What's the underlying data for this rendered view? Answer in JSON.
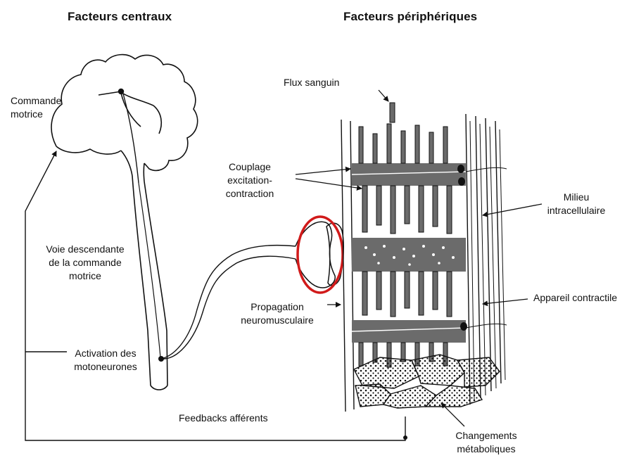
{
  "headings": {
    "central": "Facteurs centraux",
    "peripheral": "Facteurs périphériques"
  },
  "labels": {
    "motor_command": [
      "Commande",
      "motrice"
    ],
    "descending_pathway": [
      "Voie descendante",
      "de la commande",
      "motrice"
    ],
    "motoneuron_activation": [
      "Activation des",
      "motoneurones"
    ],
    "afferent_feedback": "Feedbacks afférents",
    "blood_flow": "Flux sanguin",
    "ec_coupling": [
      "Couplage",
      "excitation-",
      "contraction"
    ],
    "neuromuscular_propagation": [
      "Propagation",
      "neuromusculaire"
    ],
    "intracellular_milieu": [
      "Milieu",
      "intracellulaire"
    ],
    "contractile_apparatus": "Appareil contractile",
    "metabolic_changes": [
      "Changements",
      "métaboliques"
    ]
  },
  "colors": {
    "ink": "#111111",
    "tubule_fill": "#6b6b6b",
    "highlight": "#d11a1a"
  }
}
